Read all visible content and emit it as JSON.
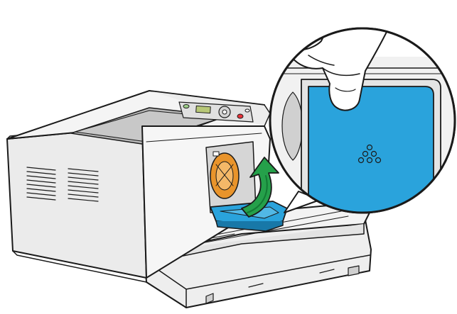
{
  "figure": {
    "subject": "printer",
    "callout": "zoom",
    "action": "open-front-cover",
    "colors": {
      "cover": "#2aa3dc",
      "cover_dark": "#1878a8",
      "arrow": "#25a04a",
      "arrow_dark": "#137a34",
      "toner": "#e9942b",
      "body": "#f2f2f2",
      "outline": "#1a1a1a",
      "shade": "#d4d4d4",
      "skin": "#ffffff",
      "led_red": "#e8333a"
    }
  }
}
